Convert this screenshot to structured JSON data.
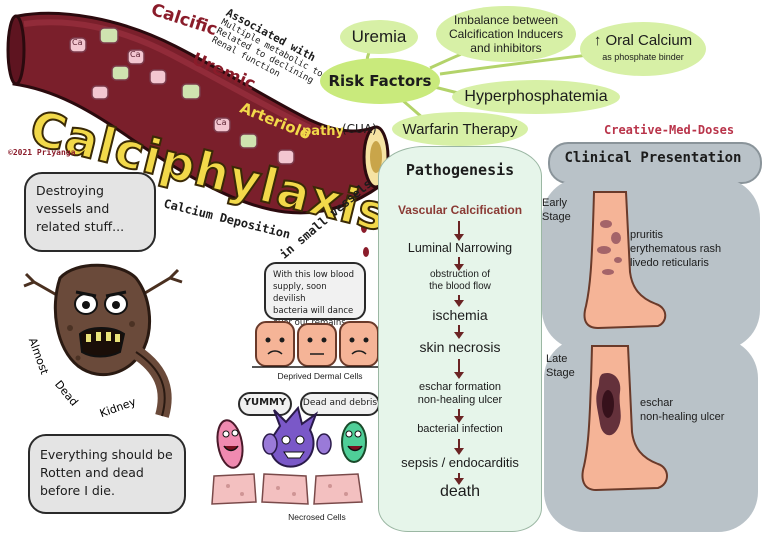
{
  "title": {
    "calcific": "Calcific",
    "uremic": "Uremic",
    "arteriolo": "Arteriolo",
    "pathy": "pathy",
    "cua": "(CUA)",
    "main": "Calciphylaxis",
    "calcium_deposition": "Calcium Deposition",
    "small_vessels": "in small vessels"
  },
  "associations": {
    "heading": "Associated with",
    "items": [
      "Multiple metabolic toxicities",
      "Related to declining",
      "Renal function"
    ]
  },
  "vessel_ion_label": "Ca",
  "copyright": "©2021 Priyanga",
  "brand": "Creative-Med-Doses",
  "risk_factors": {
    "center": "Risk Factors",
    "items": {
      "uremia": "Uremia",
      "imbalance_line1": "Imbalance between",
      "imbalance_line2": "Calcification Inducers",
      "imbalance_line3": "and inhibitors",
      "oral_calcium": "↑ Oral Calcium",
      "oral_calcium_note": "as phosphate binder",
      "hyperphosphatemia": "Hyperphosphatemia",
      "warfarin": "Warfarin Therapy"
    }
  },
  "kidney": {
    "speech_top_line1": "Destroying",
    "speech_top_line2": "vessels and",
    "speech_top_line3": "related stuff...",
    "label_words": [
      "Almost",
      "Dead",
      "Kidney"
    ],
    "speech_bottom_line1": "Everything should be",
    "speech_bottom_line2": "Rotten and dead",
    "speech_bottom_line3": "before I die."
  },
  "dermal": {
    "speech_line1": "With this low blood",
    "speech_line2": "supply, soon devilish",
    "speech_line3": "bacteria will dance",
    "speech_line4": "over our remains.",
    "caption": "Deprived Dermal Cells"
  },
  "necrosed": {
    "yummy": "YUMMY",
    "dead_debris": "Dead and debris",
    "caption": "Necrosed Cells"
  },
  "pathogenesis": {
    "title": "Pathogenesis",
    "steps": [
      {
        "line1": "Vascular Calcification",
        "line2": ""
      },
      {
        "line1": "Luminal Narrowing",
        "line2": ""
      },
      {
        "line1": "obstruction of",
        "line2": "the blood flow"
      },
      {
        "line1": "ischemia",
        "line2": ""
      },
      {
        "line1": "skin necrosis",
        "line2": ""
      },
      {
        "line1": "eschar formation",
        "line2": "non-healing ulcer"
      },
      {
        "line1": "bacterial infection",
        "line2": ""
      },
      {
        "line1": "sepsis / endocarditis",
        "line2": ""
      },
      {
        "line1": "death",
        "line2": ""
      }
    ]
  },
  "clinical": {
    "title": "Clinical Presentation",
    "early_label_line1": "Early",
    "early_label_line2": "Stage",
    "early_symptoms": [
      "pruritis",
      "erythematous rash",
      "livedo reticularis"
    ],
    "late_label_line1": "Late",
    "late_label_line2": "Stage",
    "late_symptoms": [
      "eschar",
      "non-healing ulcer"
    ]
  },
  "colors": {
    "vessel": "#7a1f2b",
    "title_yellow": "#f2d94a",
    "risk_green": "#d7f0a6",
    "patho_panel": "#e6f5ea",
    "clinical_panel": "#b9c2c8",
    "skin": "#f5b497",
    "brand_red": "#b9344a"
  }
}
